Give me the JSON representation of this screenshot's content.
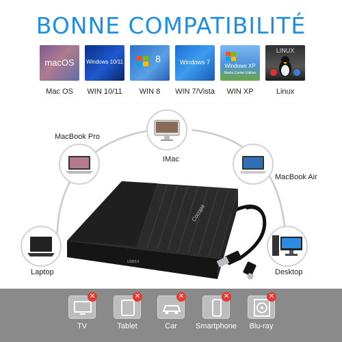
{
  "headline": "BONNE COMPATIBILITÉ",
  "os_tiles": [
    {
      "label": "Mac OS",
      "tile_text": "macOS",
      "icon": "macos-logo-icon"
    },
    {
      "label": "WIN 10/11",
      "tile_text": "Windows 10/11",
      "icon": "windows-10-logo-icon"
    },
    {
      "label": "WIN 8",
      "tile_text": "8",
      "icon": "windows-8-logo-icon"
    },
    {
      "label": "WIN 7/Vista",
      "tile_text": "Windows 7",
      "icon": "windows-7-logo-icon"
    },
    {
      "label": "WIN XP",
      "tile_text": "Windows XP",
      "tile_subtext": "Media Center Edition",
      "icon": "windows-xp-logo-icon"
    },
    {
      "label": "Linux",
      "tile_text": "LINUX",
      "icon": "linux-tux-icon"
    }
  ],
  "devices": {
    "macbook_pro": "MacBook Pro",
    "imac": "IMac",
    "macbook_air": "MacBook Air",
    "laptop": "Laptop",
    "desktop": "Desktop"
  },
  "drive": {
    "brand": "Cocopa",
    "port_label": "USB3.0"
  },
  "incompatible": [
    {
      "label": "TV",
      "icon": "tv-icon"
    },
    {
      "label": "Tablet",
      "icon": "tablet-icon"
    },
    {
      "label": "Car",
      "icon": "car-icon"
    },
    {
      "label": "Smartphone",
      "icon": "smartphone-icon"
    },
    {
      "label": "Blu-ray",
      "icon": "blu-ray-disc-icon"
    }
  ],
  "colors": {
    "headline": "#1e8fe0",
    "band": "#8a8a8a",
    "x_badge": "#e23a36"
  }
}
